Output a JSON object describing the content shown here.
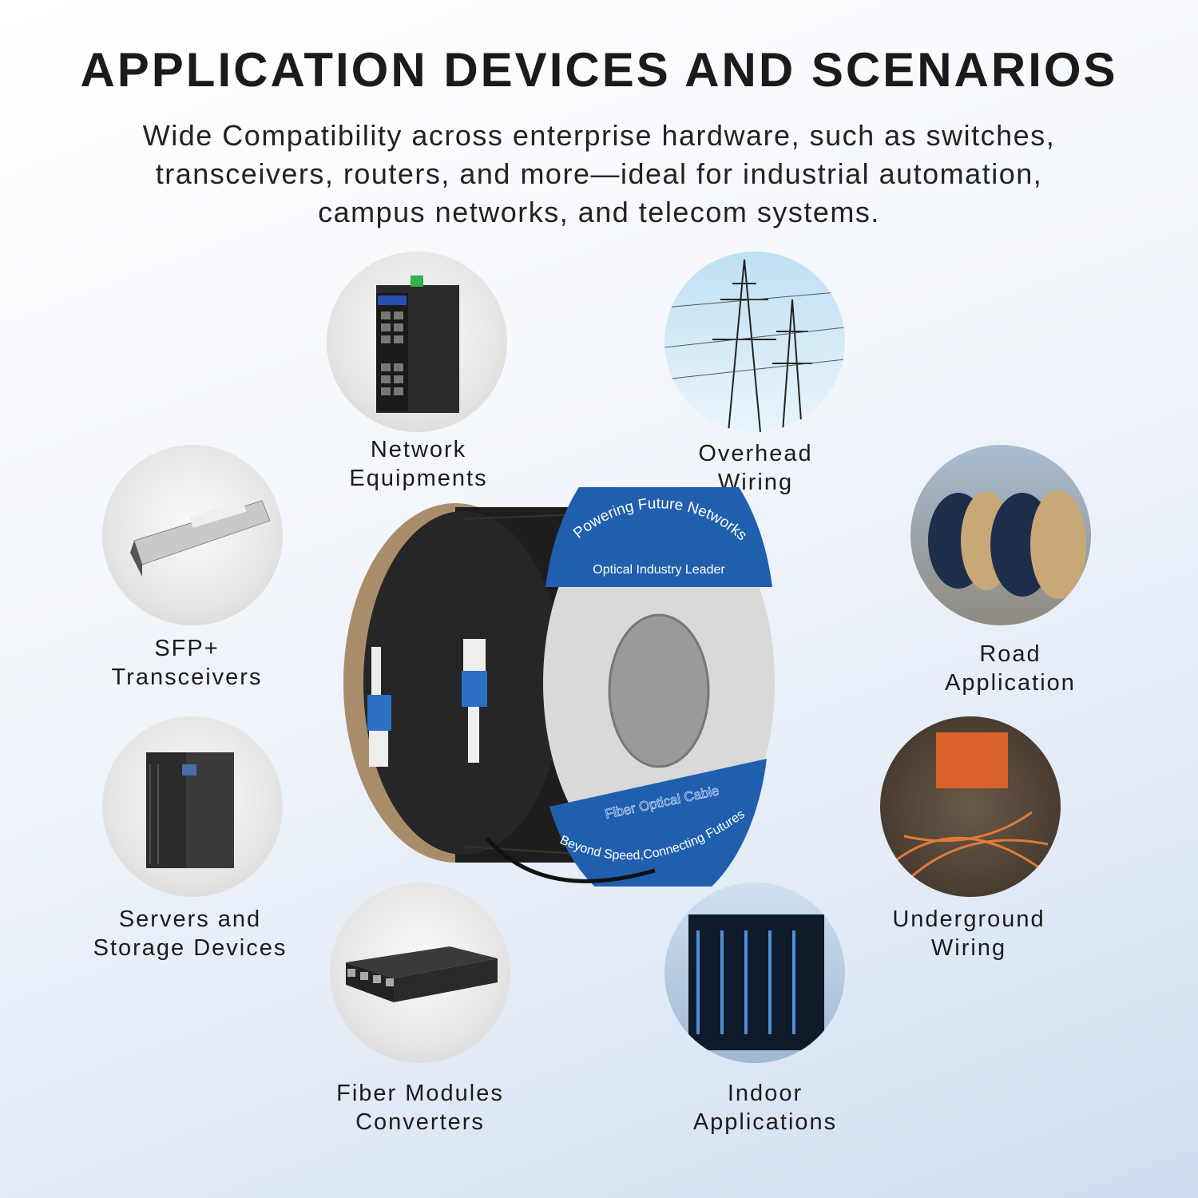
{
  "heading": "APPLICATION DEVICES AND SCENARIOS",
  "subtitle": [
    "Wide Compatibility across enterprise hardware, such as switches,",
    "transceivers, routers, and more—ideal for industrial automation,",
    "campus networks, and telecom systems."
  ],
  "scenarios": [
    {
      "line1": "Network",
      "line2": "Equipments",
      "icon": "network-switch-icon"
    },
    {
      "line1": "Overhead",
      "line2": "Wiring",
      "icon": "power-tower-icon"
    },
    {
      "line1": "SFP+",
      "line2": "Transceivers",
      "icon": "sfp-module-icon"
    },
    {
      "line1": "Road",
      "line2": "Application",
      "icon": "cable-reel-icon"
    },
    {
      "line1": "Servers and",
      "line2": "Storage Devices",
      "icon": "server-rack-icon"
    },
    {
      "line1": "Underground",
      "line2": "Wiring",
      "icon": "underground-cable-icon"
    },
    {
      "line1": "Fiber Modules",
      "line2": "Converters",
      "icon": "ethernet-converter-icon"
    },
    {
      "line1": "Indoor",
      "line2": "Applications",
      "icon": "data-center-icon"
    }
  ],
  "spool": {
    "top_arc": "Powering Future Networks",
    "top_line": "Optical Industry Leader",
    "bottom_line": "Fiber Optical Cable",
    "bottom_arc": "Beyond Speed,Connecting Futures"
  },
  "colors": {
    "brand_blue": "#1f5fae",
    "cable_black": "#1c1c1c",
    "connector_blue": "#2c6fc6"
  }
}
